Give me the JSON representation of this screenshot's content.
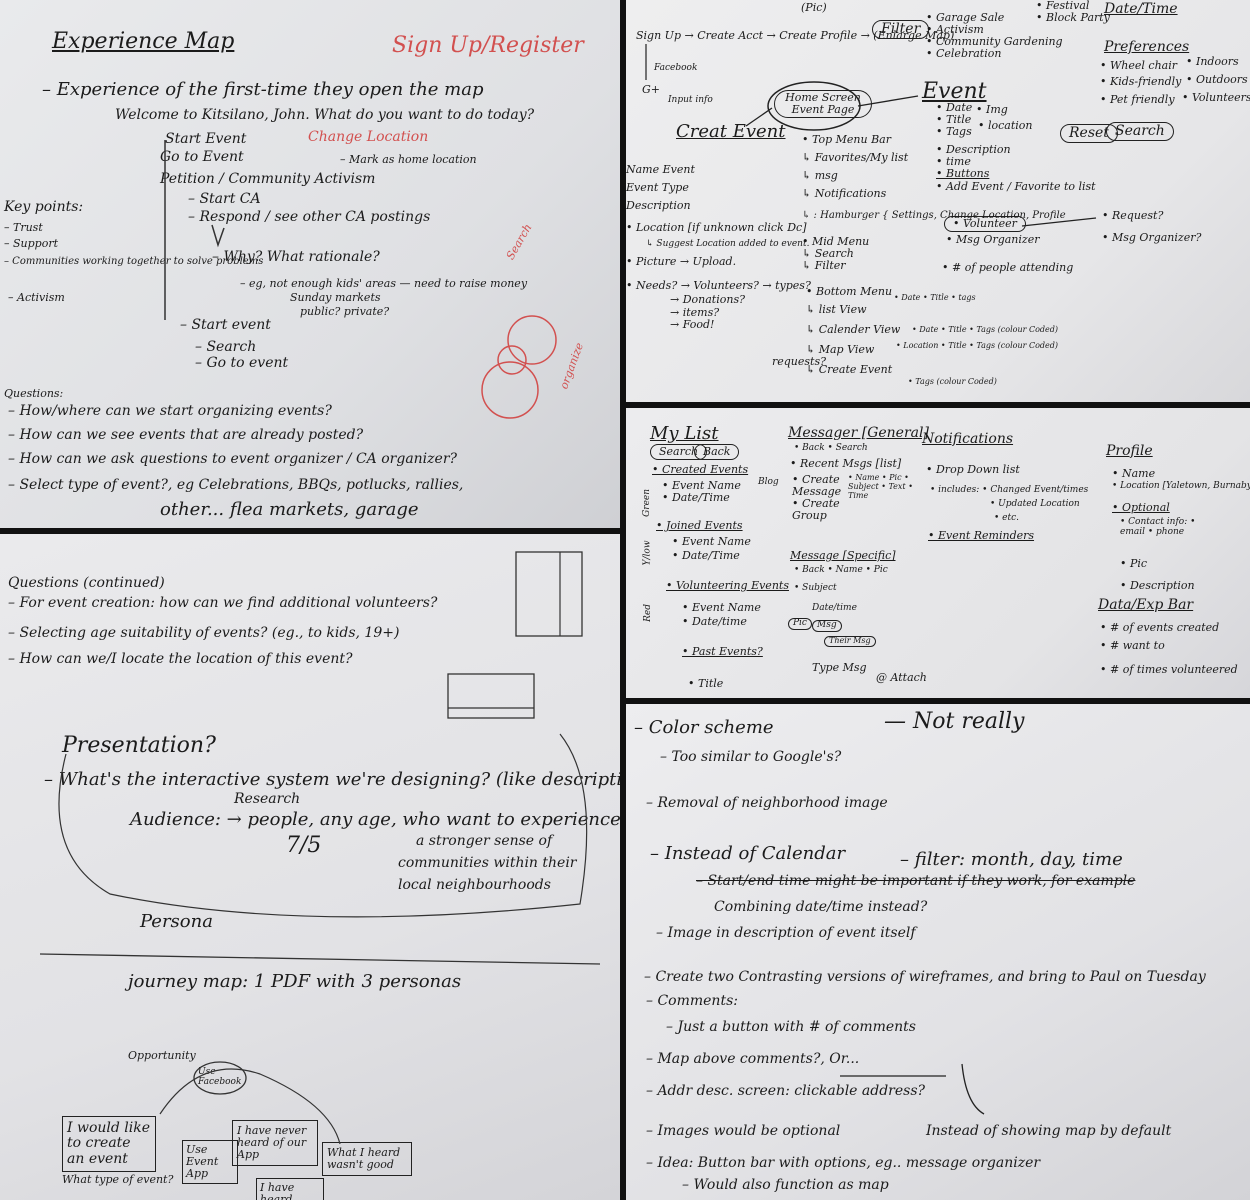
{
  "tl": {
    "title": "Experience Map",
    "signup": "Sign Up/Register",
    "line1": "– Experience of the first-time they open the map",
    "welcome": "Welcome to Kitsilano, John. What do you want to do today?",
    "change_location": "Change Location",
    "start_event": "Start Event",
    "go_to_event": "Go to Event",
    "mark_home": "– Mark as home location",
    "petition": "Petition / Community Activism",
    "start_ca": "– Start CA",
    "respond": "– Respond / see other CA postings",
    "why": "– Why? What rationale?",
    "eg": "– eg, not enough kids' areas — need to raise money",
    "sunday": "Sunday markets",
    "public": "public? private?",
    "start_event2": "– Start event",
    "search": "– Search",
    "goto": "– Go to event",
    "key_points": "Key points:",
    "kp_trust": "– Trust",
    "kp_support": "– Support",
    "kp_comm": "– Communities working together to solve problems",
    "kp_activism": "– Activism",
    "questions": "Questions:",
    "q1": "– How/where can we start organizing events?",
    "q2": "– How can we see events that are already posted?",
    "q3": "– How can we ask questions to event organizer / CA organizer?",
    "q4": "– Select type of event?, eg Celebrations, BBQs, potlucks, rallies,",
    "q5": "other... flea markets, garage",
    "red_search": "Search",
    "red_organize": "organize"
  },
  "tr": {
    "signup": "Sign Up → Create Acct → Create Profile → (Enlarge Map)",
    "pic": "(Pic)",
    "facebook": "Facebook",
    "gplus": "G+",
    "input_info": "Input info",
    "filter": "Filter",
    "garage": "• Garage Sale",
    "activism": "• Activism",
    "gardening": "• Community Gardening",
    "celebration": "• Celebration",
    "festival": "• Festival",
    "block_party": "• Block Party",
    "date_time": "Date/Time",
    "preferences": "Preferences",
    "wheelchair": "• Wheel chair",
    "kids": "• Kids-friendly",
    "pet": "• Pet friendly",
    "indoors": "• Indoors",
    "outdoors": "• Outdoors",
    "volunteers": "• Volunteers",
    "reset": "Reset",
    "search": "Search",
    "home": "Home Screen Event Page",
    "event": "Event",
    "ev_items": [
      "• Date",
      "• Title",
      "• Tags",
      "• Description",
      "• time",
      "• Buttons",
      "• Add Event / Favorite to list"
    ],
    "img": "• Img",
    "location": "• location",
    "volunteer": "• Volunteer",
    "msg_org": "• Msg Organizer",
    "people": "• # of people attending",
    "request": "• Request?",
    "msg_org2": "• Msg Organizer?",
    "create_event": "Creat Event",
    "left_items": [
      "Name Event",
      "Event Type",
      "Description",
      "• Location [if unknown click Dc]",
      "↳ Suggest Location added to event.",
      "• Picture → Upload.",
      "• Needs? → Volunteers? → types?",
      "→ Donations?",
      "→ items?",
      "→ Food!"
    ],
    "requests": "requests?",
    "top_menu": [
      "• Top Menu Bar",
      "↳ Favorites/My list",
      "↳ msg",
      "↳ Notifications",
      "↳ : Hamburger { Settings, Change Location, Profile"
    ],
    "mid_menu": [
      "• Mid Menu",
      "↳ Search",
      "↳ Filter"
    ],
    "bottom_menu": [
      "• Bottom Menu",
      "↳ list View",
      "↳ Calender View",
      "↳ Map View",
      "↳ Create Event"
    ],
    "bm_notes": [
      "• Date • Title • tags",
      "• Date • Title • Tags (colour Coded)",
      "• Location • Title • Tags (colour Coded)",
      "• Tags (colour Coded)"
    ]
  },
  "bl": {
    "qc": "Questions (continued)",
    "q1": "– For event creation: how can we find additional volunteers?",
    "q2": "– Selecting age suitability of events? (eg., to kids, 19+)",
    "q3": "– How can we/I locate the location of this event?",
    "presentation": "Presentation?",
    "interactive": "– What's the interactive system we're designing? (like description)",
    "research": "Research",
    "audience": "Audience: → people, any age, who want to experience",
    "aud2": "a stronger sense of",
    "aud3": "communities within their",
    "aud4": "local neighbourhoods",
    "date": "7/5",
    "persona": "Persona",
    "journey": "journey map: 1 PDF with 3 personas",
    "opportunity": "Opportunity",
    "use_facebook": "Use Facebook",
    "card1": "I would like to create an event",
    "what_type": "What type of event?",
    "card2": "I have never heard of our App",
    "card3": "What I heard wasn't good",
    "card4": "Use Event App",
    "card5": "I have heard"
  },
  "br1": {
    "mylist": "My List",
    "search": "Search",
    "back": "Back",
    "created": "• Created Events",
    "c1": "• Event Name",
    "c2": "• Date/Time",
    "joined": "• Joined Events",
    "j1": "• Event Name",
    "j2": "• Date/Time",
    "volunteering": "• Volunteering Events",
    "v1": "• Event Name",
    "v2": "• Date/time",
    "past": "• Past Events?",
    "p1": "• Title",
    "green": "Green",
    "yellow": "Y/low",
    "red": "Red",
    "messager": "Messager [General]",
    "mg1": "• Back • Search",
    "mg2": "• Recent Msgs [list]",
    "mg3": "• Name • Pic • Subject • Text • Time",
    "blog": "Blog",
    "create_msg": "• Create Message",
    "create_group": "• Create Group",
    "msg_spec": "Message [Specific]",
    "ms1": "• Back • Name • Pic",
    "ms2": "• Subject",
    "ms3": "Date/time",
    "pic": "Pic",
    "msg": "Msg",
    "their_msg": "Their Msg",
    "type_msg": "Type Msg",
    "attach": "@ Attach",
    "notifications": "Notifications",
    "n1": "• Drop Down list",
    "n2": "• includes: • Changed Event/times",
    "n3": "• Updated Location",
    "n4": "• etc.",
    "n5": "• Event Reminders",
    "profile": "Profile",
    "pr1": "• Name",
    "pr2": "• Location [Yaletown, Burnaby, etc.]",
    "pr3": "• Optional",
    "pr4": "• Contact info: • email • phone",
    "pr5": "• Pic",
    "pr6": "• Description",
    "data_bar": "Data/Exp Bar",
    "d1": "• # of events created",
    "d2": "• # want to",
    "d3": "• # of times volunteered"
  },
  "br2": {
    "l1": "– Color scheme",
    "l1b": "— Not really",
    "l2": "– Too similar to Google's?",
    "l3": "– Removal of neighborhood image",
    "l4": "– Instead of Calendar",
    "l4b": "– filter: month, day, time",
    "l5": "– Start/end time might be important if they work, for example",
    "l6": "Combining date/time instead?",
    "l7": "– Image in description of event itself",
    "l8": "– Create two Contrasting versions of wireframes, and bring to Paul on Tuesday",
    "l9": "– Comments:",
    "l10": "– Just a button with # of comments",
    "l11": "– Map above comments?, Or...",
    "l12": "– Addr desc. screen: clickable address?",
    "l13": "Instead of showing map by default",
    "l14": "– Images would be optional",
    "l15": "– Idea: Button bar with options, eg.. message organizer",
    "l16": "– Would also function as map"
  }
}
